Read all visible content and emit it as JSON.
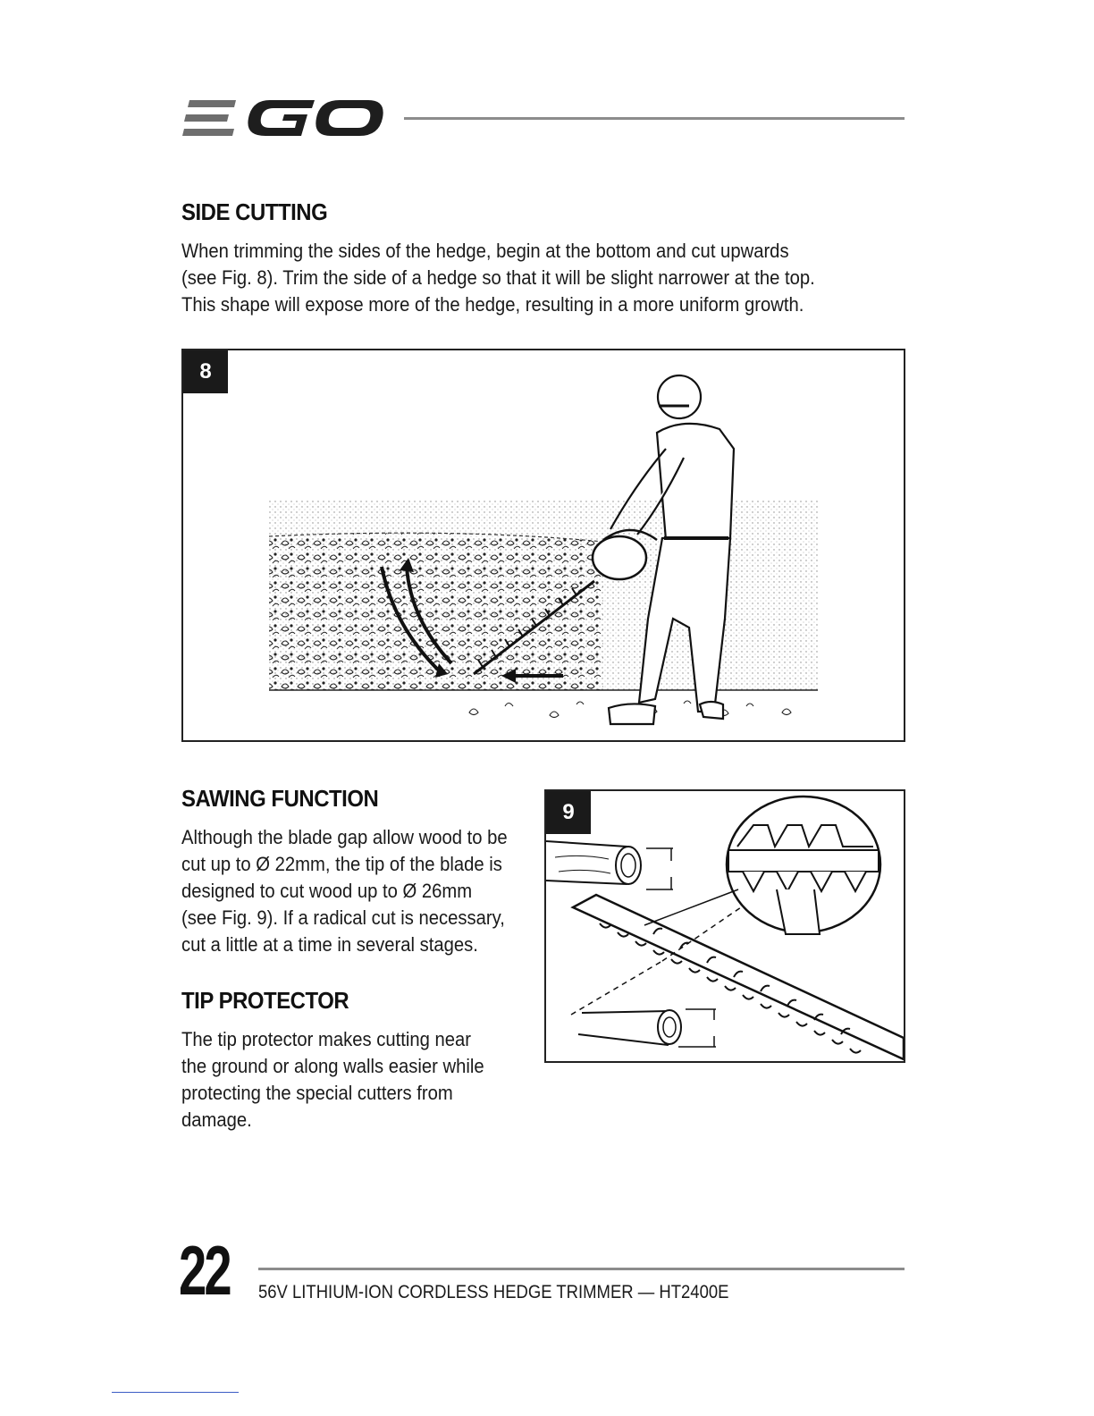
{
  "header": {
    "logo_icon": "ego-logo"
  },
  "sections": {
    "side_cutting": {
      "title": "SIDE CUTTING",
      "lines": [
        "When trimming the sides of the hedge, begin at the bottom and cut upwards",
        "(see Fig. 8). Trim the side of a hedge so that it will be slight narrower at the top.",
        "This shape will expose more of the hedge, resulting in a more uniform growth."
      ]
    },
    "sawing_function": {
      "title": "SAWING FUNCTION",
      "lines": [
        "Although the blade gap allow wood to be",
        "cut up to Ø 22mm, the tip of the blade is",
        "designed to cut wood up to Ø 26mm",
        "(see Fig. 9). If a radical cut is necessary,",
        "cut a little at a time in several stages."
      ]
    },
    "tip_protector": {
      "title": "TIP PROTECTOR",
      "lines": [
        "The tip protector makes cutting near",
        "the ground or along walls easier while",
        "protecting the special cutters from",
        "damage."
      ]
    }
  },
  "figures": {
    "fig8": {
      "label": "8",
      "icon": "person-trimming-hedge-illustration"
    },
    "fig9": {
      "label": "9",
      "icon": "blade-cutting-branch-illustration"
    }
  },
  "footer": {
    "page_number": "22",
    "product": "56V LITHIUM-ION CORDLESS HEDGE TRIMMER — HT2400E"
  }
}
